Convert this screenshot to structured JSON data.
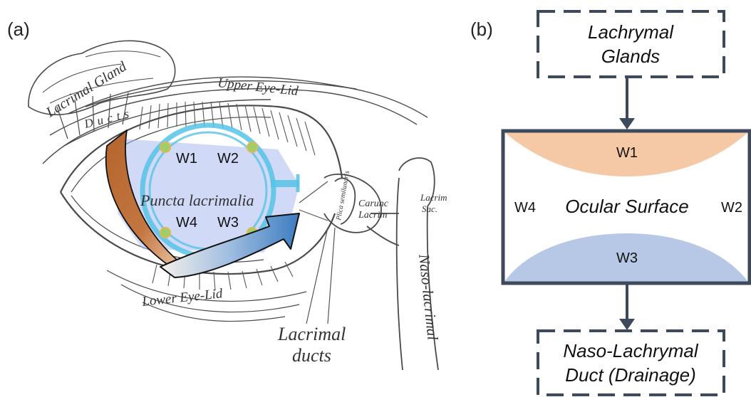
{
  "panel_a": {
    "label": "(a)",
    "gland_label": "Lacrimal Gland",
    "ducts_label": "Ducts",
    "upper_lid_label": "Upper Eye-Lid",
    "lower_lid_label": "Lower Eye-Lid",
    "puncta_label": "Puncta lacrimalia",
    "caruncle_label_1": "Carunc",
    "caruncle_label_2": "Lacrim",
    "plica_label": "Plica semilunaris",
    "sac_label_1": "Lacrim",
    "sac_label_2": "Sac.",
    "naso_label": "Naso-lacrimal",
    "ducts_caption_1": "Lacrimal",
    "ducts_caption_2": "ducts",
    "electrodes": [
      "W1",
      "W2",
      "W4",
      "W3"
    ]
  },
  "panel_b": {
    "label": "(b)",
    "top_box": [
      "Lachrymal",
      "Glands"
    ],
    "center_label": "Ocular Surface",
    "bottom_box": [
      "Naso-Lachrymal",
      "Duct (Drainage)"
    ],
    "w1": "W1",
    "w2": "W2",
    "w3": "W3",
    "w4": "W4"
  },
  "colors": {
    "box_border": "#3d4a5c",
    "w1_fill": "#f6c9a6",
    "w3_fill": "#b7c8e6",
    "brown_arrow": "#b4652e",
    "blue_arrow": "#4a86c6",
    "sensor_ring": "#56c3e6"
  }
}
